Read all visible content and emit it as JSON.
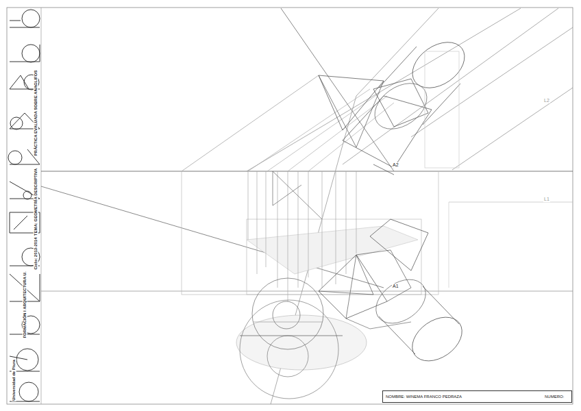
{
  "diagram": {
    "nodes": [
      {
        "text": [
          "NOMBRE: WINEMA FRANCO PEDRAZA",
          "NUMERO:"
        ]
      }
    ],
    "labels": [
      "A2",
      "A1",
      "L2",
      "L1",
      "PRÁCTICA EVALUADA SOBRE ANAGLIFOS",
      "TEMA: GEOMETRÍA DESCRIPTIVA",
      "Ciclo: 2013-2014",
      "FORMACIÓN I ARQUITECTURA U.",
      "Universidad de Piura"
    ]
  }
}
